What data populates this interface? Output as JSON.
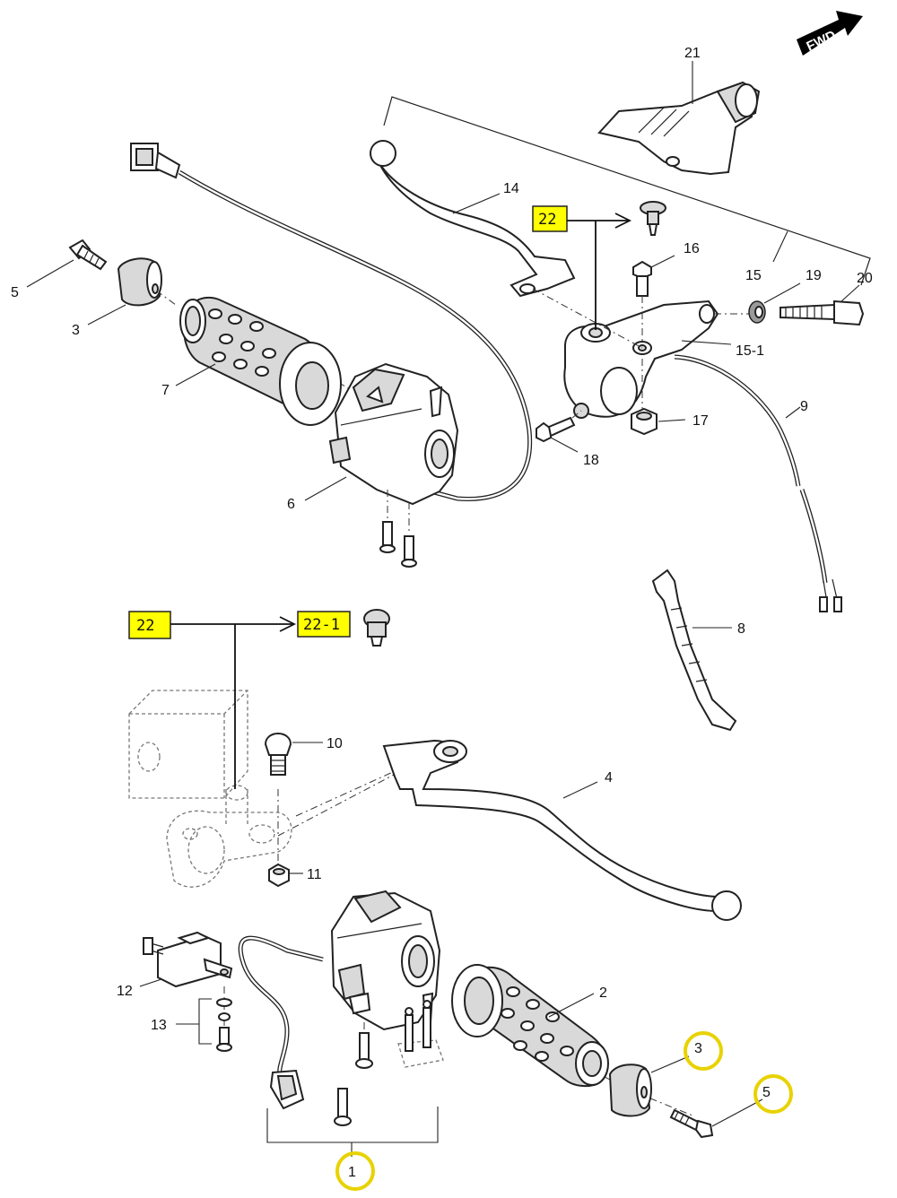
{
  "fwd_label": "FWD",
  "callouts": {
    "c1": "1",
    "c2": "2",
    "c3_upper": "3",
    "c3_lower": "3",
    "c4": "4",
    "c5_upper": "5",
    "c5_lower": "5",
    "c6": "6",
    "c7": "7",
    "c8": "8",
    "c9": "9",
    "c10": "10",
    "c11": "11",
    "c12": "12",
    "c13": "13",
    "c14": "14",
    "c15": "15",
    "c15_1": "15-1",
    "c16": "16",
    "c17": "17",
    "c18": "18",
    "c19": "19",
    "c20": "20",
    "c21": "21"
  },
  "boxes": {
    "upper_22": "22",
    "lower_22": "22",
    "lower_22_1": "22-1"
  },
  "colors": {
    "highlight_box": "#ffff00",
    "highlight_ring": "#e8d200",
    "line": "#222222"
  },
  "highlighted_parts": [
    "1",
    "3",
    "5"
  ]
}
